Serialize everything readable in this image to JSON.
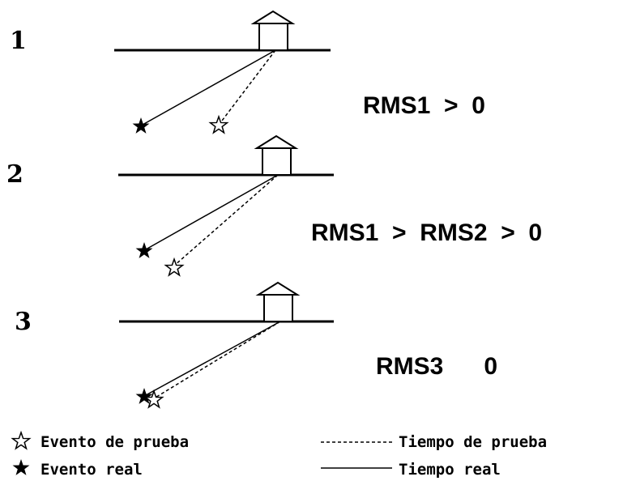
{
  "panels": [
    {
      "number": "1",
      "rms": "RMS1  >  0"
    },
    {
      "number": "2",
      "rms": "RMS1  >  RMS2  >  0"
    },
    {
      "number": "3",
      "rms": "RMS3      0"
    }
  ],
  "legend": {
    "test_event": "Evento de prueba",
    "real_event": "Evento real",
    "test_time": "Tiempo de prueba",
    "real_time": "Tiempo real"
  },
  "icons": {
    "station": "house-icon",
    "test_event": "hollow-star-icon",
    "real_event": "filled-star-icon"
  },
  "colors": {
    "ink": "#000000",
    "background": "#ffffff"
  }
}
